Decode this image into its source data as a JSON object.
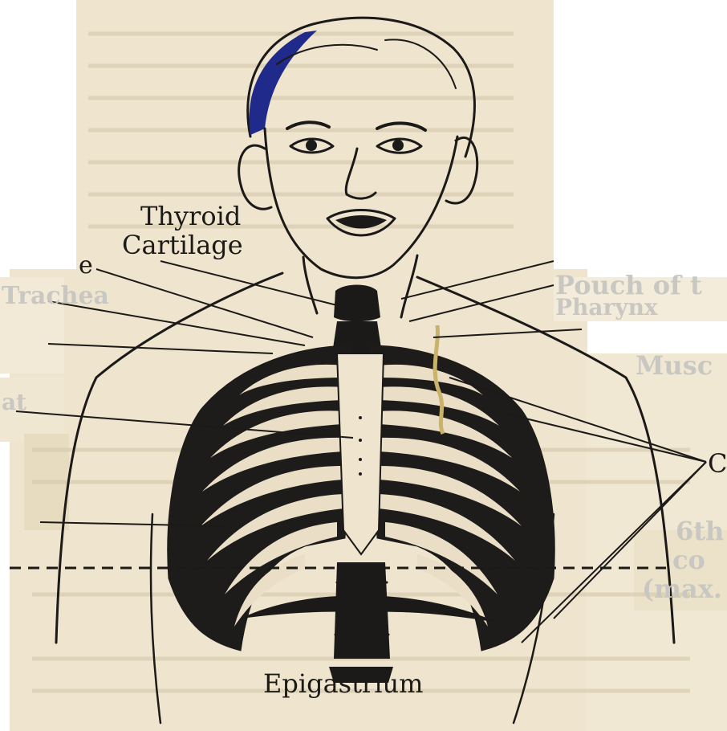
{
  "labels": {
    "thyroid_line1": "Thyroid",
    "thyroid_line2": "Cartilage",
    "epigastrium": "Epigastrium",
    "left_fragment_e": "e",
    "trachea": "Trachea",
    "left_fragment_at": "at",
    "pouch_line1": "Pouch of t",
    "pouch_line2": "Pharynx",
    "muscle": "Musc",
    "right_fragment_c": "C",
    "sixth": "6th",
    "co": "co",
    "max": "(max."
  },
  "colors": {
    "paper": "#efe5cf",
    "paper_dark": "#e3d5b6",
    "ink": "#1b1a18",
    "hair_blue": "#1f2a8a",
    "cord_yellow": "#c9b36b",
    "faded_label": "#c9c7c2",
    "background": "#ffffff"
  },
  "icons": {
    "sternum_marks": "dot-marks"
  }
}
